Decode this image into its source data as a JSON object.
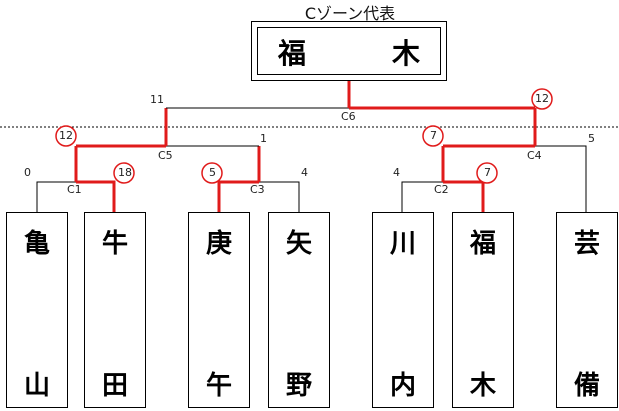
{
  "title": "Cゾーン代表",
  "winner": {
    "name_top": "福",
    "name_bottom": "木"
  },
  "teams": [
    {
      "top": "亀",
      "bottom": "山"
    },
    {
      "top": "牛",
      "bottom": "田"
    },
    {
      "top": "庚",
      "bottom": "午"
    },
    {
      "top": "矢",
      "bottom": "野"
    },
    {
      "top": "川",
      "bottom": "内"
    },
    {
      "top": "福",
      "bottom": "木"
    },
    {
      "top": "芸",
      "bottom": "備"
    }
  ],
  "matches": {
    "c1": {
      "label": "C1",
      "score_left": "0",
      "score_right": "18",
      "winner": "right"
    },
    "c3": {
      "label": "C3",
      "score_left": "5",
      "score_right": "4",
      "winner": "left"
    },
    "c2": {
      "label": "C2",
      "score_left": "4",
      "score_right": "7",
      "winner": "right"
    },
    "c5": {
      "label": "C5",
      "score_left": "12",
      "score_right": "1",
      "winner": "left"
    },
    "c4": {
      "label": "C4",
      "score_left": "7",
      "score_right": "5",
      "winner": "left"
    },
    "c6": {
      "label": "C6",
      "score_left": "11",
      "score_right": "12",
      "winner": "right"
    }
  },
  "colors": {
    "winner_line": "#e01b1b",
    "line": "#000000",
    "circle": "#e01b1b"
  }
}
